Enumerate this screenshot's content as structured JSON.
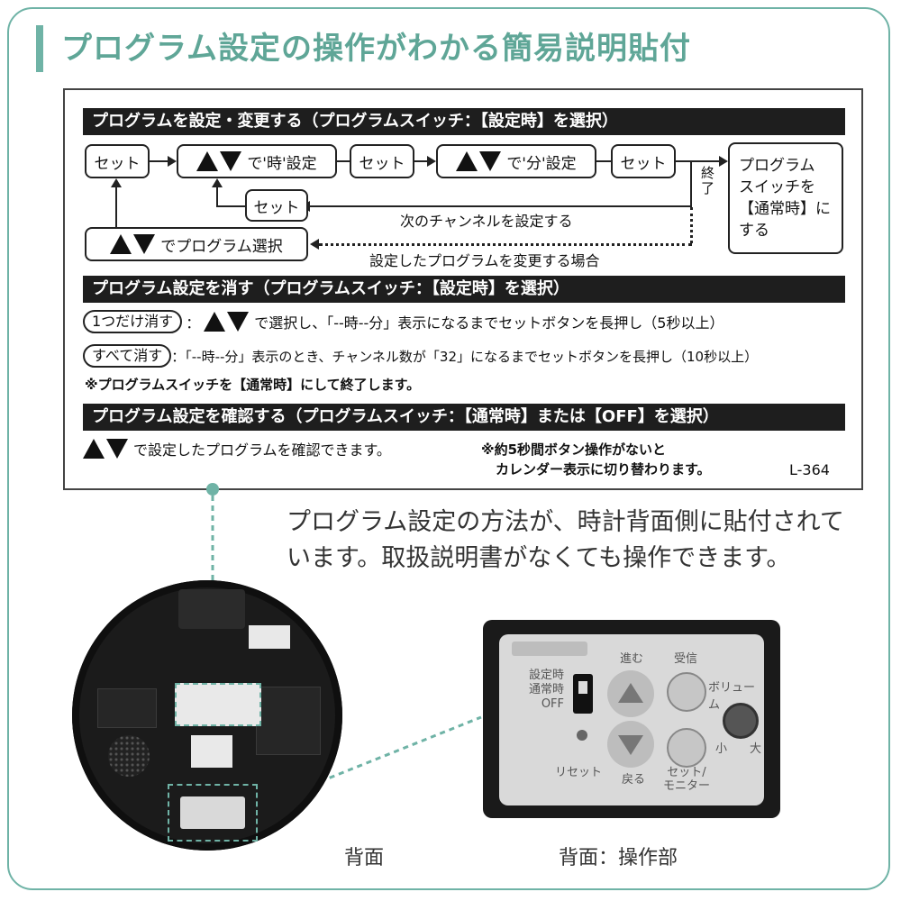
{
  "title": "プログラム設定の操作がわかる簡易説明貼付",
  "section1": {
    "header": "プログラムを設定・変更する（プログラムスイッチ：【設定時】を選択）",
    "set": "セット",
    "hour_setting": "で'時'設定",
    "minute_setting": "で'分'設定",
    "finish": "終了",
    "switch_to_normal": [
      "プログラム",
      "スイッチを",
      "【通常時】に",
      "する"
    ],
    "next_channel": "次のチャンネルを設定する",
    "select_program": "でプログラム選択",
    "change_note": "設定したプログラムを変更する場合"
  },
  "section2": {
    "header": "プログラム設定を消す（プログラムスイッチ：【設定時】を選択）",
    "delete_one_label": "1つだけ消す",
    "delete_one_text": "で選択し、「--時--分」表示になるまでセットボタンを長押し（5秒以上）",
    "delete_all_label": "すべて消す",
    "delete_all_text": "：「--時--分」表示のとき、チャンネル数が「32」になるまでセットボタンを長押し（10秒以上）",
    "note": "※プログラムスイッチを【通常時】にして終了します。"
  },
  "section3": {
    "header": "プログラム設定を確認する（プログラムスイッチ：【通常時】または【OFF】を選択）",
    "confirm_text": "で設定したプログラムを確認できます。",
    "note_line1": "※約5秒間ボタン操作がないと",
    "note_line2": "カレンダー表示に切り替わります。",
    "model": "L-364"
  },
  "description": [
    "プログラム設定の方法が、時計背面側に貼付されて",
    "います。取扱説明書がなくても操作できます。"
  ],
  "captions": {
    "back": "背面",
    "back_controls": "背面：操作部"
  },
  "panel": {
    "switch_labels": [
      "設定時",
      "通常時",
      "OFF"
    ],
    "advance": "進む",
    "receive": "受信",
    "volume": "ボリューム",
    "vol_small": "小",
    "vol_large": "大",
    "reset": "リセット",
    "back": "戻る",
    "set_monitor_1": "セット/",
    "set_monitor_2": "モニター"
  },
  "colors": {
    "accent": "#6fb3a6",
    "header_bg": "#1e1e1e"
  }
}
